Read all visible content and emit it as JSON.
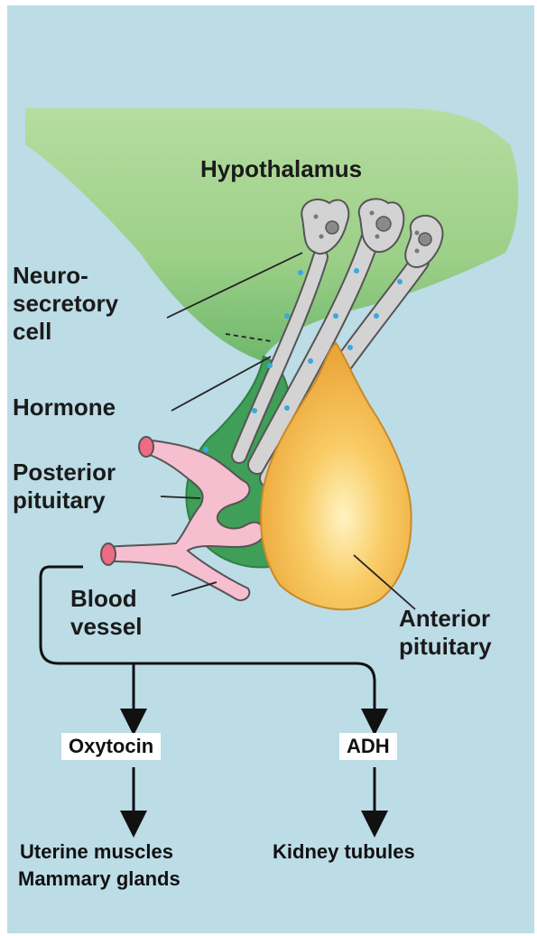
{
  "labels": {
    "hypothalamus": "Hypothalamus",
    "neurosecretory_cell": "Neuro-\nsecretory\ncell",
    "hormone": "Hormone",
    "posterior_pituitary": "Posterior\npituitary",
    "blood_vessel": "Blood\nvessel",
    "anterior_pituitary": "Anterior\npituitary"
  },
  "hormones": {
    "oxytocin": "Oxytocin",
    "adh": "ADH"
  },
  "targets": {
    "oxytocin_line1": "Uterine muscles",
    "oxytocin_line2": "Mammary glands",
    "adh": "Kidney tubules"
  },
  "colors": {
    "background": "#bcdce6",
    "hypothalamus": "#a8d697",
    "posterior_pituitary": "#3f9e57",
    "anterior_pituitary": "#f4b84a",
    "neuron": "#d3d3d3",
    "blood_vessel": "#f5bfcf",
    "hormone_granule": "#3aa8e0"
  }
}
